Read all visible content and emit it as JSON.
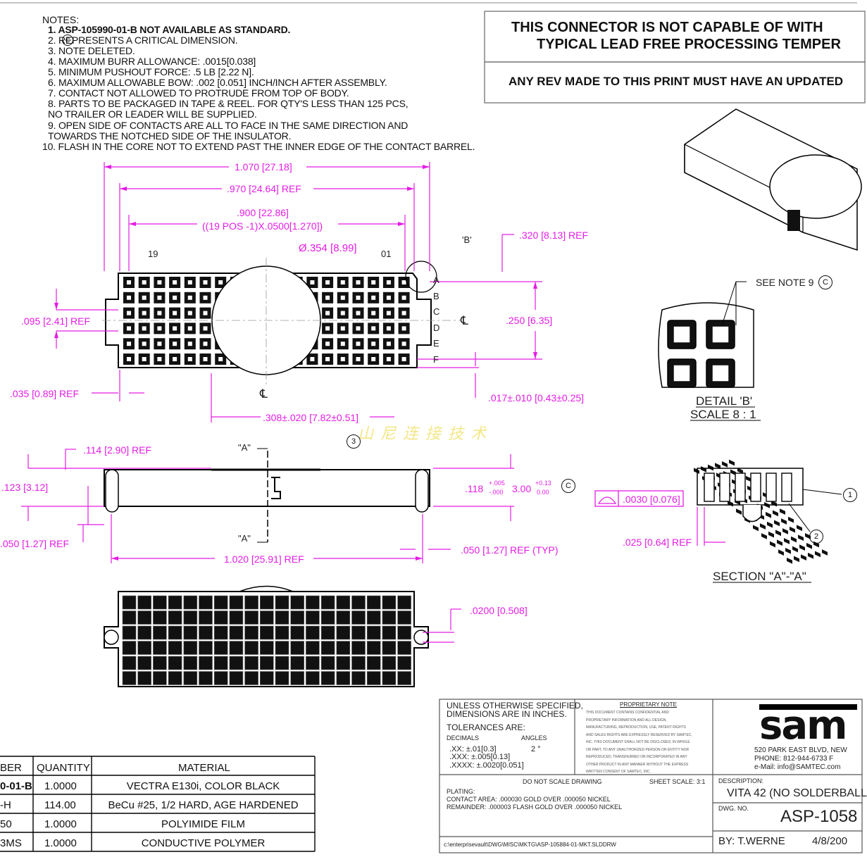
{
  "notes": {
    "title": "NOTES:",
    "items": [
      "1. ASP-105990-01-B NOT AVAILABLE AS STANDARD.",
      "2.     REPRESENTS A CRITICAL DIMENSION.",
      "3. NOTE DELETED.",
      "4. MAXIMUM BURR ALLOWANCE: .0015[0.038]",
      "5. MINIMUM PUSHOUT FORCE: .5 LB [2.22 N].",
      "6. MAXIMUM ALLOWABLE BOW: .002 [0.051] INCH/INCH AFTER ASSEMBLY.",
      "7. CONTACT NOT ALLOWED TO PROTRUDE FROM TOP OF BODY.",
      "8. PARTS TO BE PACKAGED IN TAPE & REEL. FOR QTY'S LESS THAN 125 PCS,",
      "    NO TRAILER OR LEADER WILL BE SUPPLIED.",
      "9. OPEN SIDE OF CONTACTS ARE ALL TO FACE IN THE SAME DIRECTION AND",
      "    TOWARDS THE NOTCHED SIDE OF THE INSULATOR.",
      "10. FLASH IN THE CORE NOT TO EXTEND PAST THE INNER EDGE OF THE CONTACT BARREL."
    ]
  },
  "warning_box": {
    "line1": "THIS CONNECTOR IS NOT CAPABLE OF WITH",
    "line2": "TYPICAL LEAD FREE PROCESSING TEMPER",
    "line3": "ANY REV MADE TO THIS PRINT MUST HAVE AN UPDATED"
  },
  "dimensions": {
    "overall": "1.070 [27.18]",
    "ref970": ".970 [24.64]  REF",
    "pitch_line1": ".900 [22.86]",
    "pitch_line2": "((19 POS -1)X.0500[1.270])",
    "diameter": "Ø.354 [8.99]",
    "ref320": ".320 [8.13]  REF",
    "ref095": ".095 [2.41] REF",
    "dim250": ".250 [6.35]",
    "ref035": ".035 [0.89]  REF",
    "dim017": ".017±.010 [0.43±0.25]",
    "dim308": ".308±.020 [7.82±0.51]",
    "ref114": ".114 [2.90]  REF",
    "dim123": ".123 [3.12]",
    "dim118": ".118",
    "dim118_tol_up": "+.005",
    "dim118_tol_dn": "-.000",
    "dim118_mm": "3.00",
    "dim118_mm_up": "+0.13",
    "dim118_mm_dn": "0.00",
    "ref050_left": ".050 [1.27]  REF",
    "ref1020": "1.020 [25.91]  REF",
    "ref050_typ": ".050 [1.27]  REF  (TYP)",
    "flatness": ".0030 [0.076]",
    "ref025": ".025 [0.64]  REF",
    "dim0200": ".0200 [0.508]"
  },
  "labels": {
    "pos19": "19",
    "pos01": "01",
    "detail_b_ref": "'B'",
    "rows": [
      "A",
      "B",
      "C",
      "D",
      "E",
      "F"
    ],
    "centerline": "℄",
    "section_a": "\"A\"",
    "balloon3": "3",
    "balloon1": "1",
    "balloon2": "2",
    "see_note": "SEE NOTE 9",
    "detail_title": "DETAIL 'B'",
    "detail_scale": "SCALE 8 : 1",
    "section_title": "SECTION \"A\"-\"A\"",
    "critical_symbol": "C",
    "watermark": "山尼连接技术"
  },
  "bom": {
    "headers": [
      "BER",
      "QUANTITY",
      "MATERIAL"
    ],
    "rows": [
      {
        "part": "0-01-B",
        "qty": "1.0000",
        "material": "VECTRA E130i, COLOR BLACK"
      },
      {
        "part": "-H",
        "qty": "114.00",
        "material": "BeCu #25, 1/2 HARD, AGE HARDENED"
      },
      {
        "part": "50",
        "qty": "1.0000",
        "material": "POLYIMIDE FILM"
      },
      {
        "part": "3MS",
        "qty": "1.0000",
        "material": "CONDUCTIVE POLYMER"
      }
    ]
  },
  "title_block": {
    "unless1": "UNLESS  OTHERWISE  SPECIFIED,",
    "unless2": "DIMENSIONS ARE IN INCHES.",
    "tolerances": "TOLERANCES  ARE:",
    "decimals": "DECIMALS",
    "angles": "ANGLES",
    "tol_xx": ".XX:  ±.01[0.3]",
    "tol_xxx": ".XXX:  ±.005[0.13]",
    "tol_xxxx": ".XXXX:  ±.0020[0.051]",
    "angle_val": "2 °",
    "prop_title": "PROPRIETARY NOTE",
    "prop_lines": [
      "THIS DOCUMENT CONTAINS CONFIDENTIAL AND",
      "PROPRIETARY INFORMATION AND ALL DESIGN,",
      "MANUFACTURING, REPRODUCTION, USE, PATENT RIGHTS",
      "AND SALES RIGHTS ARE EXPRESSLY RESERVED BY SAMTEC,",
      "INC. THIS DOCUMENT SHALL NOT BE DISCLOSED, IN WHOLE",
      "OR PART, TO ANY UNAUTHORIZED PERSON OR ENTITY NOR",
      "REPRODUCED, TRANSFERRED OR INCORPORATED IN ANY",
      "OTHER PRODUCT IN ANY MANNER WITHOUT THE EXPRESS",
      "WRITTEN CONSENT OF SAMTEC, INC."
    ],
    "logo": "sam",
    "address": "520 PARK EAST BLVD, NEW",
    "phone": "PHONE: 812-944-6733     F",
    "email": "e-Mail: info@SAMTEC.com",
    "do_not_scale": "DO  NOT  SCALE  DRAWING",
    "sheet_scale": "SHEET SCALE: 3:1",
    "description_label": "DESCRIPTION:",
    "description": "VITA 42 (NO SOLDERBALL",
    "plating": "PLATING:",
    "contact_area": "CONTACT AREA: .000030 GOLD OVER .000050 NICKEL",
    "remainder": "REMAINDER: .000003 FLASH GOLD OVER .000050 NICKEL",
    "dwg_no_label": "DWG.  NO.",
    "dwg_no": "ASP-1058",
    "path": "c:\\enterprisevault\\DWG\\MISC\\MKTG\\ASP-105884-01-MKT.SLDDRW",
    "by": "BY:   T.WERNE",
    "date": "4/8/200"
  }
}
